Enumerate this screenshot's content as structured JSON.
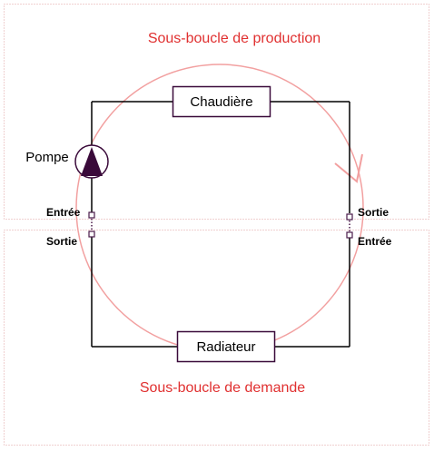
{
  "colors": {
    "region_border": "#e0a0a0",
    "region_title": "#e03030",
    "flow_circle": "#f2a0a0",
    "pipe": "#000000",
    "component_border": "#3a0a3a",
    "pump_fill": "#3a0a3a",
    "port": "#4a1a4a"
  },
  "production_loop": {
    "title": "Sous-boucle de production"
  },
  "demand_loop": {
    "title": "Sous-boucle de demande"
  },
  "components": {
    "boiler": {
      "label": "Chaudière"
    },
    "radiator": {
      "label": "Radiateur"
    },
    "pump": {
      "label": "Pompe",
      "icon": "pump-triangle-icon"
    }
  },
  "ports": {
    "left_upper": "Entrée",
    "left_lower": "Sortie",
    "right_upper": "Sortie",
    "right_lower": "Entrée"
  },
  "flow": {
    "direction": "clockwise",
    "icon": "arrowhead-icon"
  }
}
